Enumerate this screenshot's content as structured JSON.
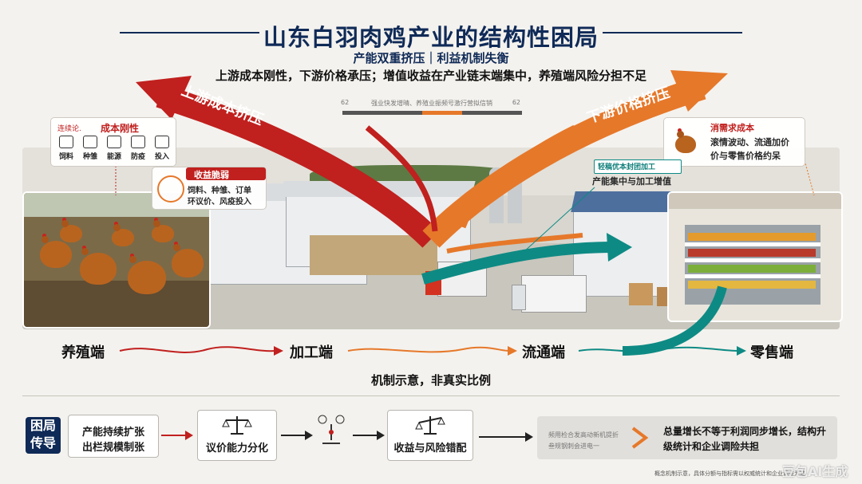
{
  "title": "山东白羽肉鸡产业的结构性困局",
  "subtitle": "产能双重挤压｜利益机制失衡",
  "summary": "上游成本刚性，下游价格承压；增值收益在产业链末端集中，养殖端风险分担不足",
  "scale": {
    "left": "62",
    "text": "强业快发增晴、养殖业振频号激行营拟信销",
    "right": "62"
  },
  "arrows": {
    "upstream": "上游成本挤压",
    "downstream": "下游价格挤压"
  },
  "cost_box": {
    "prefix": "连续论.",
    "title": "成本刚性",
    "items": [
      {
        "label": "饲料",
        "icon": "feed-icon"
      },
      {
        "label": "种雏",
        "icon": "chick-icon"
      },
      {
        "label": "能源",
        "icon": "energy-icon"
      },
      {
        "label": "防疫",
        "icon": "vaccine-icon"
      },
      {
        "label": "投入",
        "icon": "investment-icon"
      }
    ]
  },
  "income_box": {
    "title": "收益脆弱",
    "line1": "饲料、种雏、订单",
    "line2": "环议价、风疫投入"
  },
  "demand_box": {
    "line1": "消需求成本",
    "line2": "滚情波动、流通加价",
    "line3": "价与零售价格约呆"
  },
  "processing_box": {
    "line1": "轻稿优本封团加工",
    "line2": "产能集中与加工增值"
  },
  "stages": [
    "养殖端",
    "加工端",
    "流通端",
    "零售端"
  ],
  "note": "机制示意，非真实比例",
  "bottom": {
    "tag_line1": "困局",
    "tag_line2": "传导",
    "step1_line1": "产能持续扩张",
    "step1_line2": "出栏规模制张",
    "step2": "议价能力分化",
    "step3": "收益与风险错配",
    "gray_line1": "频用检合发高动新机提折",
    "gray_line2": "叁规钢刺会进电一",
    "conclusion_line1": "总量增长不等于利润同步增长，结构升",
    "conclusion_line2": "级统计和企业调险共担"
  },
  "footer": "概念机制示意，具体分额与指标需以权威统计和企业调查为准",
  "watermark": "豆包AI生成",
  "colors": {
    "navy": "#0f2a57",
    "red": "#c0201e",
    "orange": "#e6782a",
    "teal": "#0e8a84"
  }
}
